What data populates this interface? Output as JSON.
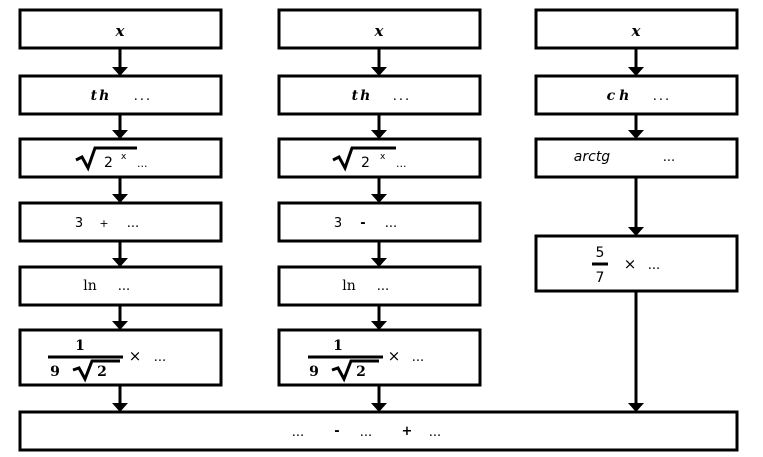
{
  "col1": {
    "input": "x",
    "func": "th",
    "func_dots": "...",
    "sqrt_base": "2",
    "sqrt_exp": "x",
    "sqrt_dots": "...",
    "add_const": "3",
    "add_op": "+",
    "add_dots": "...",
    "log": "ln",
    "log_dots": "...",
    "frac_num": "1",
    "frac_den_a": "9",
    "frac_den_b": "2",
    "times": "×",
    "mult_dots": "..."
  },
  "col2": {
    "input": "x",
    "func": "th",
    "func_dots": "...",
    "sqrt_base": "2",
    "sqrt_exp": "x",
    "sqrt_dots": "...",
    "sub_const": "3",
    "sub_op": "-",
    "sub_dots": "...",
    "log": "ln",
    "log_dots": "...",
    "frac_num": "1",
    "frac_den_a": "9",
    "frac_den_b": "2",
    "times": "×",
    "mult_dots": "..."
  },
  "col3": {
    "input": "x",
    "func": "ch",
    "func_dots": "...",
    "arc": "arctg",
    "arc_dots": "...",
    "frac_num": "5",
    "frac_den": "7",
    "times": "×",
    "mult_dots": "..."
  },
  "result": {
    "dots1": "...",
    "op1": "-",
    "dots2": "...",
    "op2": "+",
    "dots3": "..."
  }
}
